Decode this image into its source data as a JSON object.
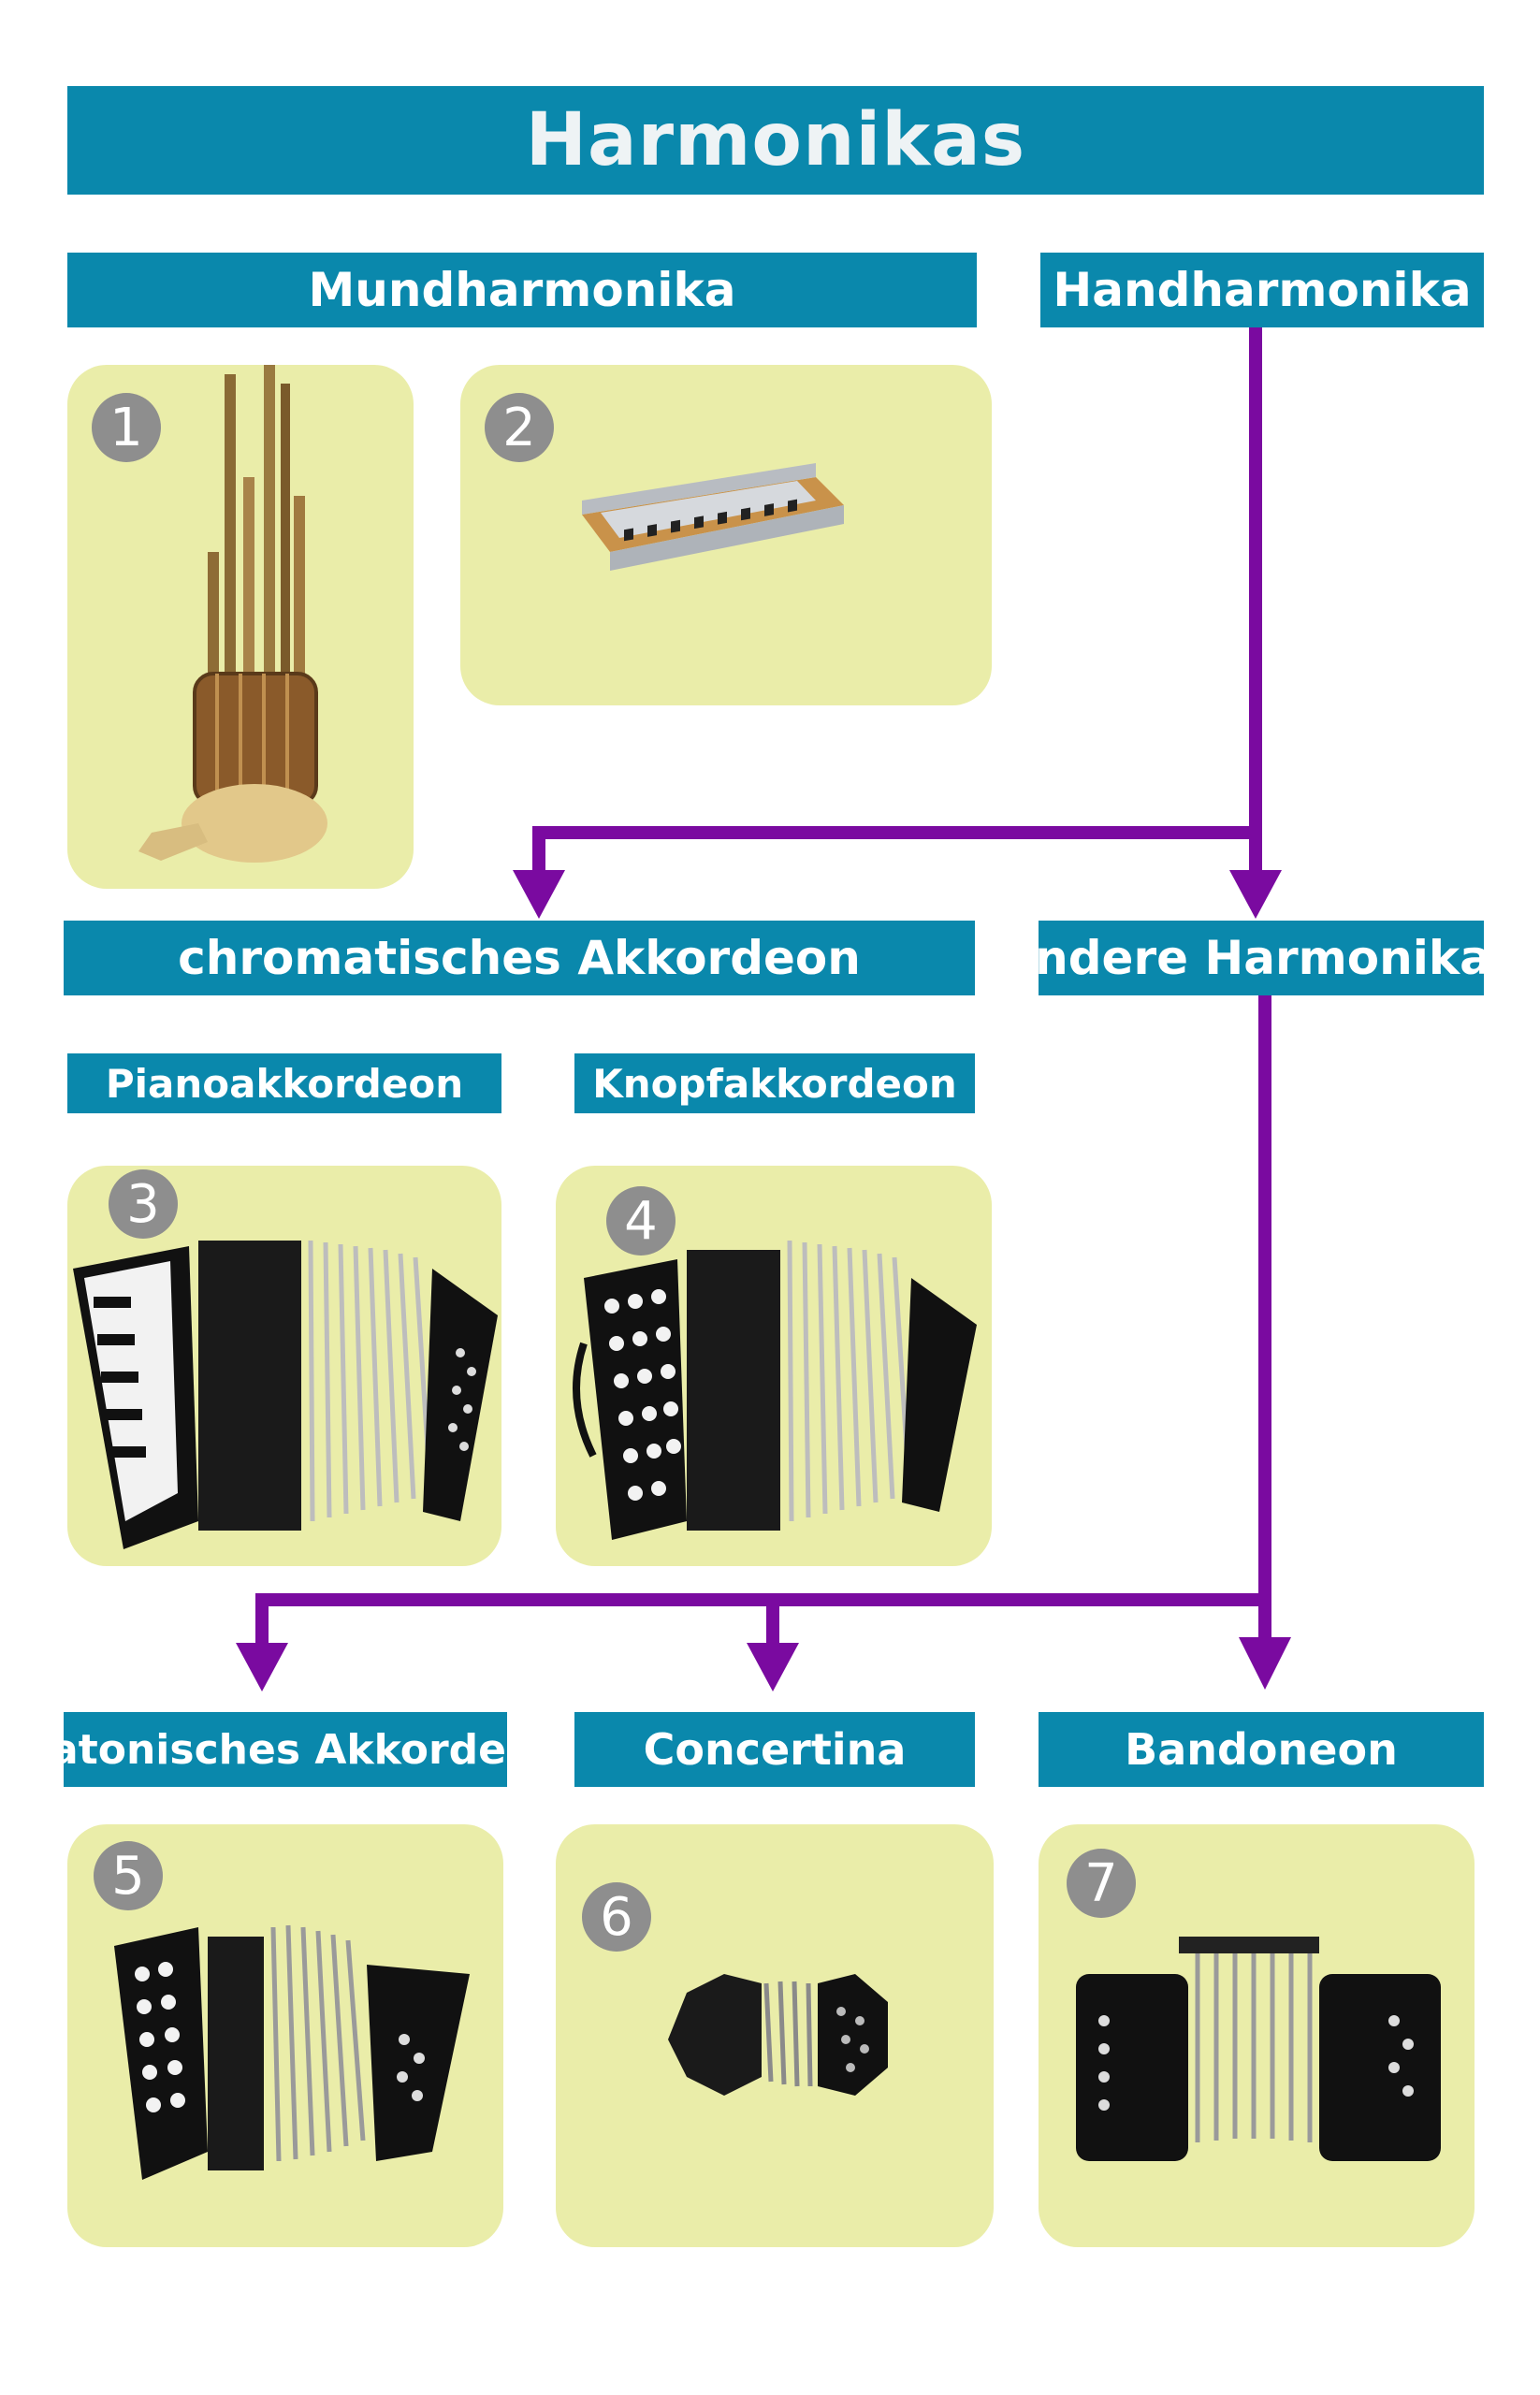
{
  "title": "Harmonikas",
  "categories": {
    "mund": "Mundharmonika",
    "hand": "Handharmonika",
    "chromatisch": "chromatisches Akkordeon",
    "andere": "andere Harmonikas",
    "piano": "Pianoakkordeon",
    "knopf": "Knopfakkordeon",
    "diatonisch": "diatonisches Akkordeon",
    "concertina": "Concertina",
    "bandoneon": "Bandoneon"
  },
  "badges": [
    "1",
    "2",
    "3",
    "4",
    "5",
    "6",
    "7"
  ],
  "colors": {
    "bar": "#0a88ac",
    "card": "#eaeda9",
    "arrow": "#7a0aa0",
    "badge": "#8e8e8e"
  }
}
